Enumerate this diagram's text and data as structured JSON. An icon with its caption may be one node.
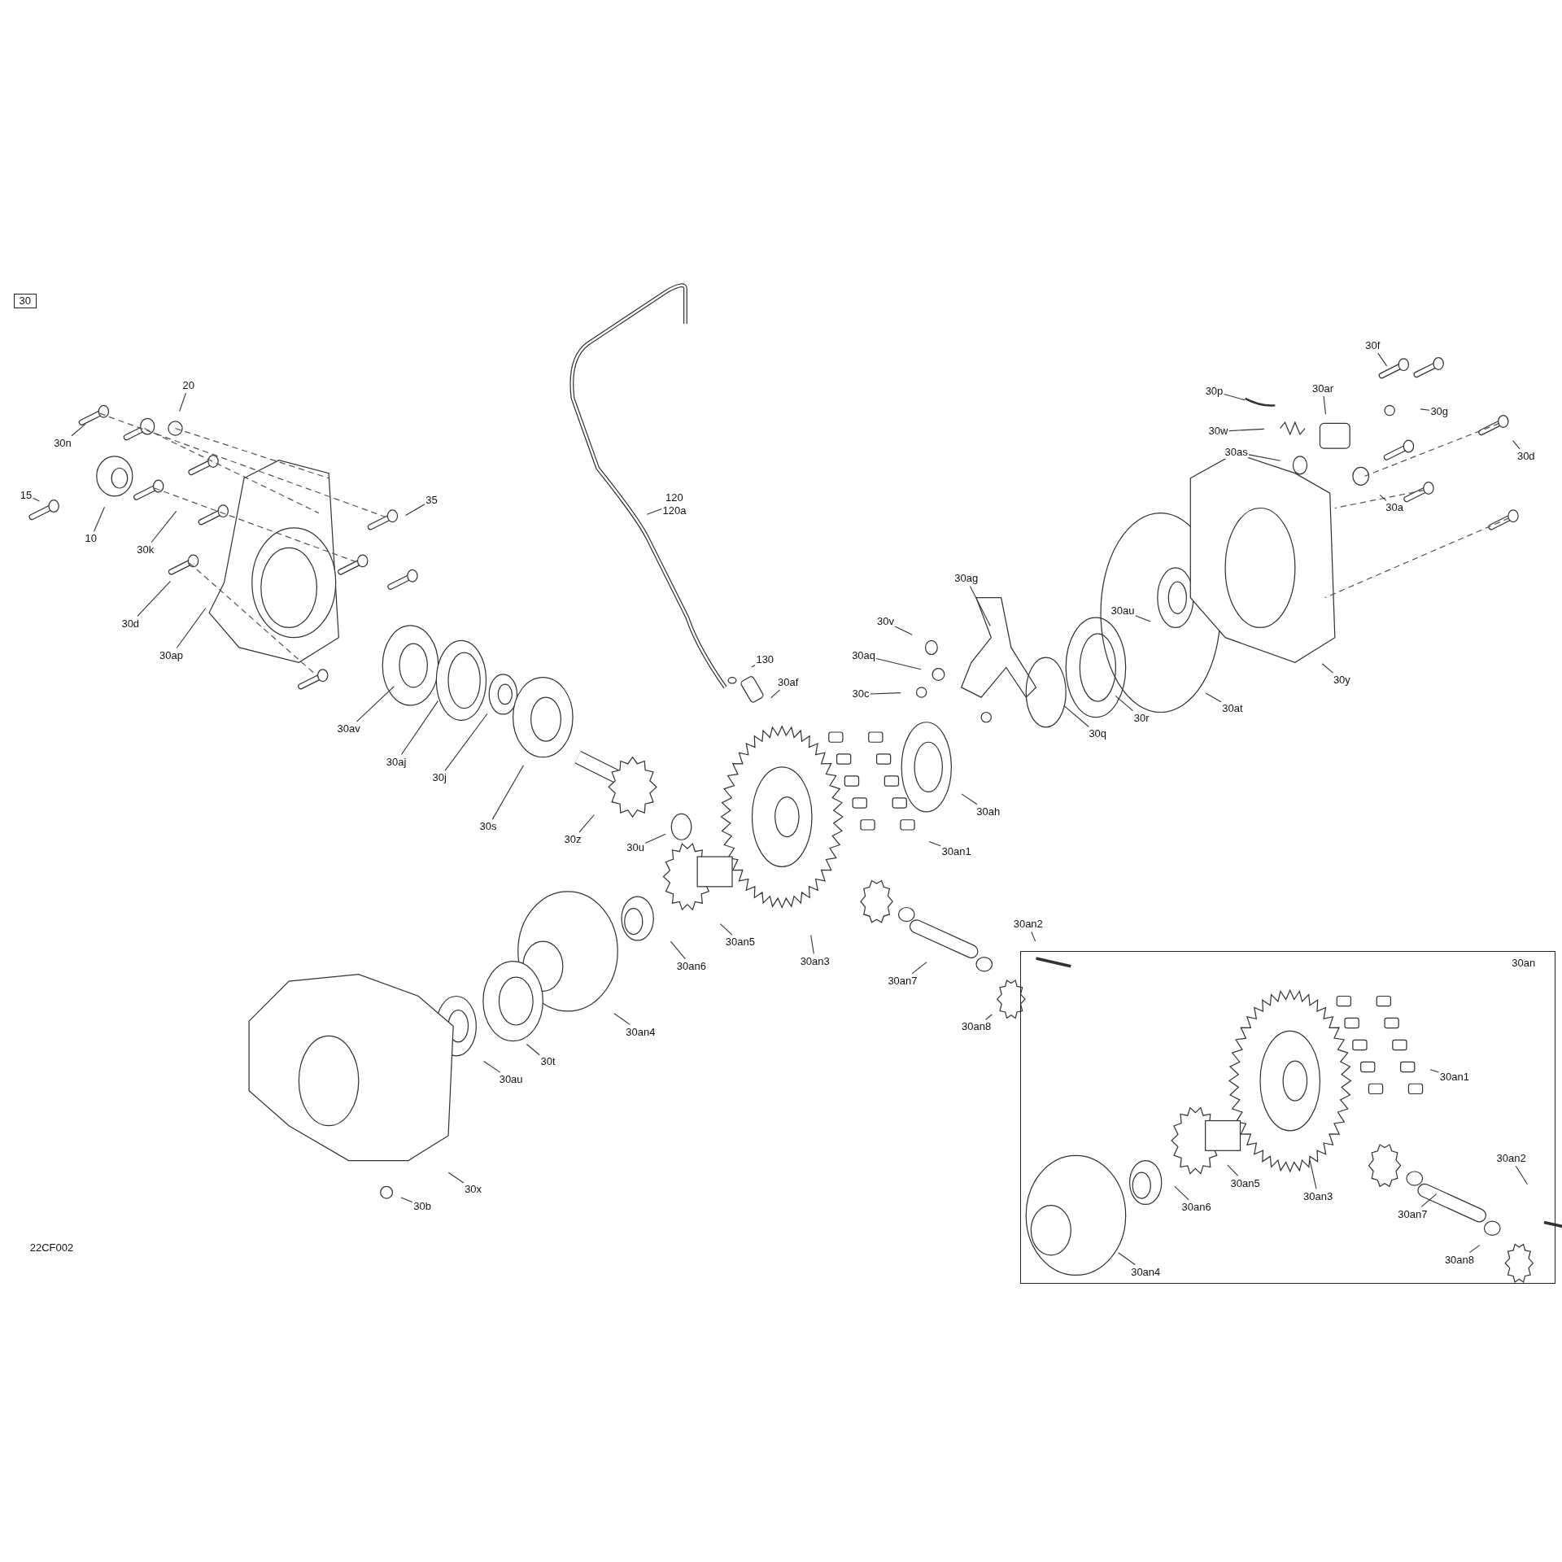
{
  "diagram": {
    "nodes": [
      {
        "text": [
          "30"
        ]
      },
      {
        "text": [
          "20"
        ]
      },
      {
        "text": [
          "30n"
        ]
      },
      {
        "text": [
          "15"
        ]
      },
      {
        "text": [
          "10"
        ]
      },
      {
        "text": [
          "30k"
        ]
      },
      {
        "text": [
          "35"
        ]
      },
      {
        "text": [
          "30d"
        ]
      },
      {
        "text": [
          "30ap"
        ]
      },
      {
        "text": [
          "120",
          "120a"
        ]
      },
      {
        "text": [
          "130"
        ]
      },
      {
        "text": [
          "30af"
        ]
      },
      {
        "text": [
          "30av"
        ]
      },
      {
        "text": [
          "30aj"
        ]
      },
      {
        "text": [
          "30j"
        ]
      },
      {
        "text": [
          "30s"
        ]
      },
      {
        "text": [
          "30z"
        ]
      },
      {
        "text": [
          "30u"
        ]
      },
      {
        "text": [
          "30f"
        ]
      },
      {
        "text": [
          "30p"
        ]
      },
      {
        "text": [
          "30ar"
        ]
      },
      {
        "text": [
          "30g"
        ]
      },
      {
        "text": [
          "30w"
        ]
      },
      {
        "text": [
          "30d"
        ]
      },
      {
        "text": [
          "30as"
        ]
      },
      {
        "text": [
          "30a"
        ]
      },
      {
        "text": [
          "30ag"
        ]
      },
      {
        "text": [
          "30au"
        ]
      },
      {
        "text": [
          "30v"
        ]
      },
      {
        "text": [
          "30aq"
        ]
      },
      {
        "text": [
          "30c"
        ]
      },
      {
        "text": [
          "30y"
        ]
      },
      {
        "text": [
          "30at"
        ]
      },
      {
        "text": [
          "30r"
        ]
      },
      {
        "text": [
          "30q"
        ]
      },
      {
        "text": [
          "30ah"
        ]
      },
      {
        "text": [
          "30an1"
        ]
      },
      {
        "text": [
          "30an2"
        ]
      },
      {
        "text": [
          "30an5"
        ]
      },
      {
        "text": [
          "30an3"
        ]
      },
      {
        "text": [
          "30an6"
        ]
      },
      {
        "text": [
          "30an7"
        ]
      },
      {
        "text": [
          "30an8"
        ]
      },
      {
        "text": [
          "30an4"
        ]
      },
      {
        "text": [
          "30t"
        ]
      },
      {
        "text": [
          "30au"
        ]
      },
      {
        "text": [
          "30x"
        ]
      },
      {
        "text": [
          "30b"
        ]
      },
      {
        "text": [
          "30an"
        ]
      },
      {
        "text": [
          "30an1"
        ],
        "in": 48
      },
      {
        "text": [
          "30an2"
        ],
        "in": 48
      },
      {
        "text": [
          "30an5"
        ],
        "in": 48
      },
      {
        "text": [
          "30an3"
        ],
        "in": 48
      },
      {
        "text": [
          "30an6"
        ],
        "in": 48
      },
      {
        "text": [
          "30an7"
        ],
        "in": 48
      },
      {
        "text": [
          "30an4"
        ],
        "in": 48
      },
      {
        "text": [
          "30an8"
        ],
        "in": 48
      }
    ],
    "edges": [
      {
        "from": 1,
        "to": null,
        "arrow": "none"
      },
      {
        "from": 2,
        "to": null,
        "arrow": "none"
      },
      {
        "from": 3,
        "to": null,
        "arrow": "none"
      },
      {
        "from": 4,
        "to": null,
        "arrow": "none"
      },
      {
        "from": 5,
        "to": null,
        "arrow": "none"
      },
      {
        "from": 6,
        "to": null,
        "arrow": "none"
      },
      {
        "from": 7,
        "to": null,
        "arrow": "none"
      },
      {
        "from": 8,
        "to": null,
        "arrow": "none"
      },
      {
        "from": 9,
        "to": null,
        "arrow": "none"
      },
      {
        "from": 10,
        "to": null,
        "arrow": "none"
      },
      {
        "from": 11,
        "to": null,
        "arrow": "none"
      },
      {
        "from": 12,
        "to": null,
        "arrow": "none"
      },
      {
        "from": 13,
        "to": null,
        "arrow": "none"
      },
      {
        "from": 14,
        "to": null,
        "arrow": "none"
      },
      {
        "from": 15,
        "to": null,
        "arrow": "none"
      },
      {
        "from": 16,
        "to": null,
        "arrow": "none"
      },
      {
        "from": 17,
        "to": null,
        "arrow": "none"
      },
      {
        "from": 18,
        "to": null,
        "arrow": "none"
      },
      {
        "from": 19,
        "to": null,
        "arrow": "none"
      },
      {
        "from": 20,
        "to": null,
        "arrow": "none"
      },
      {
        "from": 21,
        "to": null,
        "arrow": "none"
      },
      {
        "from": 22,
        "to": null,
        "arrow": "none"
      },
      {
        "from": 23,
        "to": null,
        "arrow": "none"
      },
      {
        "from": 24,
        "to": null,
        "arrow": "none"
      },
      {
        "from": 25,
        "to": null,
        "arrow": "none"
      },
      {
        "from": 26,
        "to": null,
        "arrow": "none"
      },
      {
        "from": 27,
        "to": null,
        "arrow": "none"
      },
      {
        "from": 28,
        "to": null,
        "arrow": "none"
      },
      {
        "from": 29,
        "to": null,
        "arrow": "none"
      },
      {
        "from": 30,
        "to": null,
        "arrow": "none"
      },
      {
        "from": 31,
        "to": null,
        "arrow": "none"
      },
      {
        "from": 32,
        "to": null,
        "arrow": "none"
      },
      {
        "from": 33,
        "to": null,
        "arrow": "none"
      },
      {
        "from": 34,
        "to": null,
        "arrow": "none"
      },
      {
        "from": 35,
        "to": null,
        "arrow": "none"
      },
      {
        "from": 36,
        "to": null,
        "arrow": "none"
      },
      {
        "from": 37,
        "to": null,
        "arrow": "none"
      },
      {
        "from": 38,
        "to": null,
        "arrow": "none"
      },
      {
        "from": 39,
        "to": null,
        "arrow": "none"
      },
      {
        "from": 40,
        "to": null,
        "arrow": "none"
      },
      {
        "from": 41,
        "to": null,
        "arrow": "none"
      },
      {
        "from": 42,
        "to": null,
        "arrow": "none"
      },
      {
        "from": 43,
        "to": null,
        "arrow": "none"
      },
      {
        "from": 44,
        "to": null,
        "arrow": "none"
      },
      {
        "from": 45,
        "to": null,
        "arrow": "none"
      },
      {
        "from": 46,
        "to": null,
        "arrow": "none"
      },
      {
        "from": 47,
        "to": null,
        "arrow": "none"
      },
      {
        "from": 49,
        "to": null,
        "arrow": "none"
      },
      {
        "from": 50,
        "to": null,
        "arrow": "none"
      },
      {
        "from": 51,
        "to": null,
        "arrow": "none"
      },
      {
        "from": 52,
        "to": null,
        "arrow": "none"
      },
      {
        "from": 53,
        "to": null,
        "arrow": "none"
      },
      {
        "from": 54,
        "to": null,
        "arrow": "none"
      },
      {
        "from": 55,
        "to": null,
        "arrow": "none"
      },
      {
        "from": 56,
        "to": null,
        "arrow": "none"
      }
    ],
    "labels": [
      "22CF002"
    ]
  }
}
